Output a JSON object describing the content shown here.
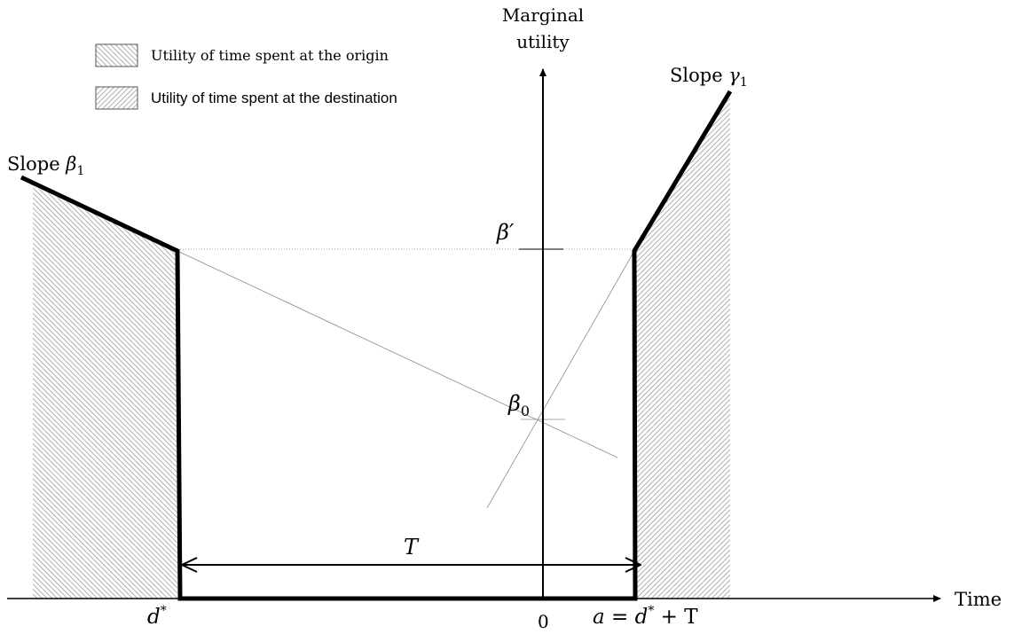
{
  "legend": {
    "origin_label": "Utility of time spent at the origin",
    "destination_label": "Utility of time spent at the destination"
  },
  "axes": {
    "y_label_line1": "Marginal",
    "y_label_line2": "utility",
    "x_label": "Time"
  },
  "labels": {
    "slope_beta1_prefix": "Slope ",
    "slope_beta1_symbol": "β",
    "slope_beta1_sub": "1",
    "slope_gamma1_prefix": "Slope ",
    "slope_gamma1_symbol": "γ",
    "slope_gamma1_sub": "1",
    "beta_prime": "β′",
    "beta0_symbol": "β",
    "beta0_sub": "0",
    "T": "T",
    "d_star_base": "d",
    "d_star_sup": "*",
    "zero": "0",
    "arrival_lhs": "a",
    "arrival_eq": " = ",
    "arrival_d": "d",
    "arrival_sup": "*",
    "arrival_rest": " + T"
  },
  "colors": {
    "line": "#000000",
    "hatch": "#9a9a9a",
    "thin_line": "#8c8c8c"
  }
}
